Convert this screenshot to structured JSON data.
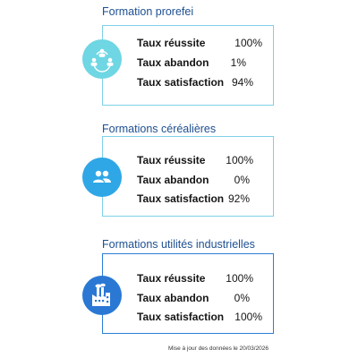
{
  "sections": [
    {
      "title": "Formation prorefei",
      "icon": "group-network-icon",
      "rows": [
        {
          "label": "Taux réussite",
          "value": "100%"
        },
        {
          "label": "Taux abandon",
          "value": "1%"
        },
        {
          "label": "Taux satisfaction",
          "value": "94%"
        }
      ]
    },
    {
      "title": "Formations céréalières",
      "icon": "people-icon",
      "rows": [
        {
          "label": "Taux réussite",
          "value": "100%"
        },
        {
          "label": "Taux abandon",
          "value": "0%"
        },
        {
          "label": "Taux satisfaction",
          "value": "92%"
        }
      ]
    },
    {
      "title": "Formations utilités industrielles",
      "icon": "factory-icon",
      "rows": [
        {
          "label": "Taux réussite",
          "value": "100%"
        },
        {
          "label": "Taux abandon",
          "value": "0%"
        },
        {
          "label": "Taux satisfaction",
          "value": "100%"
        }
      ]
    }
  ],
  "footer": "Mise à jour des données le 20/03/2026",
  "colors": {
    "title": "#1d4f91",
    "card_border_light": "#7fd0e8",
    "card_border_blue": "#2a7fd6",
    "icon_teal": "#6fd6e3",
    "icon_sky": "#2fa7e6",
    "icon_blue": "#2a78d4"
  }
}
